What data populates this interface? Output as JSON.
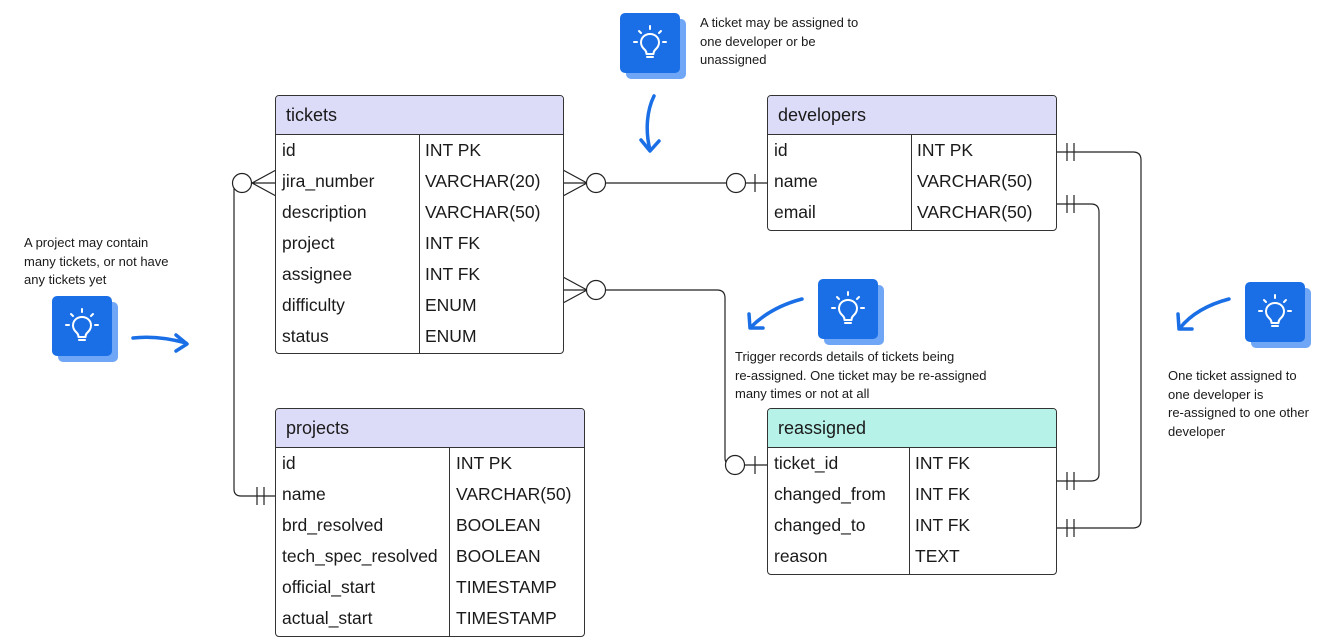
{
  "entities": {
    "tickets": {
      "title": "tickets",
      "rows": [
        {
          "name": "id",
          "type": "INT PK"
        },
        {
          "name": "jira_number",
          "type": "VARCHAR(20)"
        },
        {
          "name": "description",
          "type": "VARCHAR(50)"
        },
        {
          "name": "project",
          "type": "INT FK"
        },
        {
          "name": "assignee",
          "type": "INT FK"
        },
        {
          "name": "difficulty",
          "type": "ENUM"
        },
        {
          "name": "status",
          "type": "ENUM"
        }
      ]
    },
    "projects": {
      "title": "projects",
      "rows": [
        {
          "name": "id",
          "type": "INT PK"
        },
        {
          "name": "name",
          "type": "VARCHAR(50)"
        },
        {
          "name": "brd_resolved",
          "type": "BOOLEAN"
        },
        {
          "name": "tech_spec_resolved",
          "type": "BOOLEAN"
        },
        {
          "name": "official_start",
          "type": "TIMESTAMP"
        },
        {
          "name": "actual_start",
          "type": "TIMESTAMP"
        }
      ]
    },
    "developers": {
      "title": "developers",
      "rows": [
        {
          "name": "id",
          "type": "INT PK"
        },
        {
          "name": "name",
          "type": "VARCHAR(50)"
        },
        {
          "name": "email",
          "type": "VARCHAR(50)"
        }
      ]
    },
    "reassigned": {
      "title": "reassigned",
      "rows": [
        {
          "name": "ticket_id",
          "type": "INT FK"
        },
        {
          "name": "changed_from",
          "type": "INT FK"
        },
        {
          "name": "changed_to",
          "type": "INT FK"
        },
        {
          "name": "reason",
          "type": "TEXT"
        }
      ]
    }
  },
  "notes": {
    "assign": [
      "A ticket may be assigned to",
      "one developer or be",
      "unassigned"
    ],
    "project": [
      "A project may contain",
      "many tickets, or not have",
      "any tickets yet"
    ],
    "trigger": [
      "Trigger records details of tickets being",
      "re-assigned. One ticket may be re-assigned",
      "many times or not at all"
    ],
    "developer": [
      "One ticket assigned to",
      "one developer is",
      "re-assigned to one other",
      "developer"
    ]
  },
  "icons": [
    "lightbulb-icon",
    "arrow-icon"
  ],
  "colors": {
    "header_lavender": "#dcdcf8",
    "header_mint": "#b7f2e8",
    "icon_blue": "#1a6fe6",
    "icon_blue_light": "#6fa6f6",
    "arrow_blue": "#1a6fe6"
  }
}
